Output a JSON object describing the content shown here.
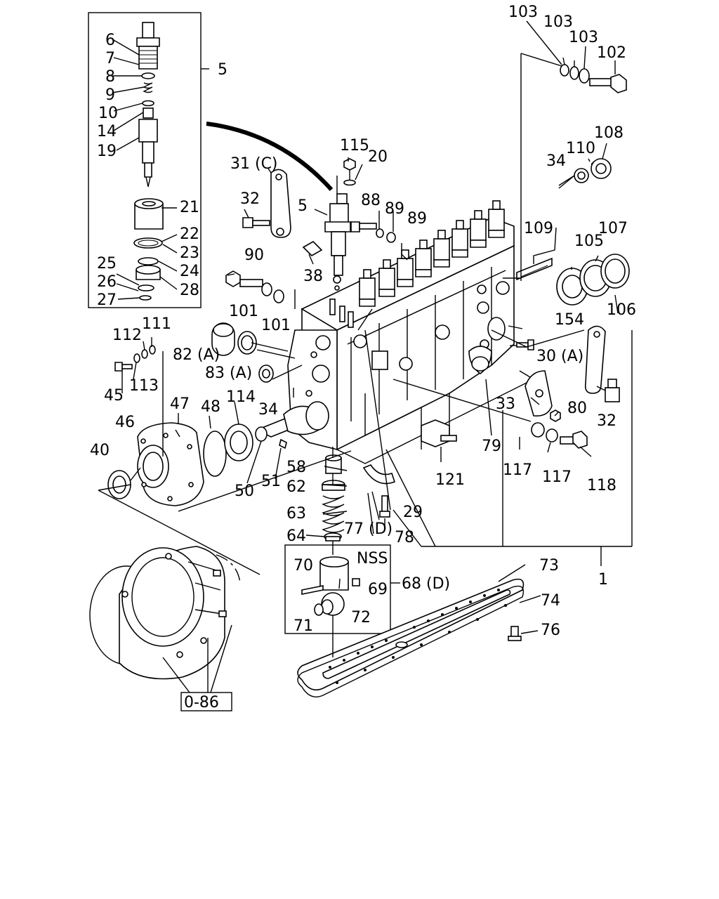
{
  "labels": {
    "l1": "1",
    "l5_box": "5",
    "l5_main": "5",
    "l6": "6",
    "l7": "7",
    "l8": "8",
    "l9": "9",
    "l10": "10",
    "l14": "14",
    "l19": "19",
    "l20": "20",
    "l21": "21",
    "l22": "22",
    "l23": "23",
    "l24": "24",
    "l25": "25",
    "l26": "26",
    "l27": "27",
    "l28": "28",
    "l29": "29",
    "l30a": "30 (A)",
    "l31c": "31 (C)",
    "l32_top": "32",
    "l32_right": "32",
    "l33": "33",
    "l34_left": "34",
    "l34_top": "34",
    "l38": "38",
    "l40": "40",
    "l45": "45",
    "l46": "46",
    "l47": "47",
    "l48": "48",
    "l50": "50",
    "l51": "51",
    "l58": "58",
    "l62": "62",
    "l63": "63",
    "l64": "64",
    "l68d": "68 (D)",
    "l69": "69",
    "l70": "70",
    "l71": "71",
    "l72": "72",
    "l73": "73",
    "l74": "74",
    "l76": "76",
    "l77d": "77 (D)",
    "l78": "78",
    "l79": "79",
    "l80": "80",
    "l82a": "82 (A)",
    "l83a": "83 (A)",
    "l88": "88",
    "l89a": "89",
    "l89b": "89",
    "l90": "90",
    "l101a": "101",
    "l101b": "101",
    "l102": "102",
    "l103a": "103",
    "l103b": "103",
    "l103c": "103",
    "l105": "105",
    "l106": "106",
    "l107": "107",
    "l108": "108",
    "l109": "109",
    "l110": "110",
    "l111": "111",
    "l112": "112",
    "l113": "113",
    "l114": "114",
    "l115": "115",
    "l117a": "117",
    "l117b": "117",
    "l118": "118",
    "l121": "121",
    "l154": "154",
    "nss": "NSS",
    "ref": "0-86"
  }
}
